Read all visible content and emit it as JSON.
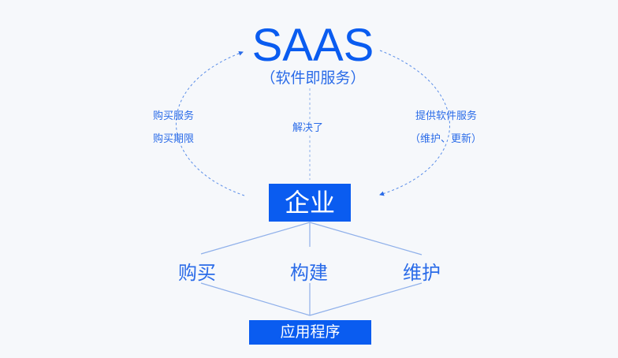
{
  "top": {
    "title": "SAAS",
    "subtitle": "（软件即服务）"
  },
  "left_labels": [
    "购买服务",
    "购买期限"
  ],
  "center_label": "解决了",
  "right_labels": [
    "提供软件服务",
    "（维护、更新）"
  ],
  "enterprise": "企业",
  "activities": [
    "购买",
    "构建",
    "维护"
  ],
  "application": "应用程序",
  "colors": {
    "accent": "#0a5cf0",
    "line": "#8fb0ea",
    "background": "#f6f8fb"
  }
}
